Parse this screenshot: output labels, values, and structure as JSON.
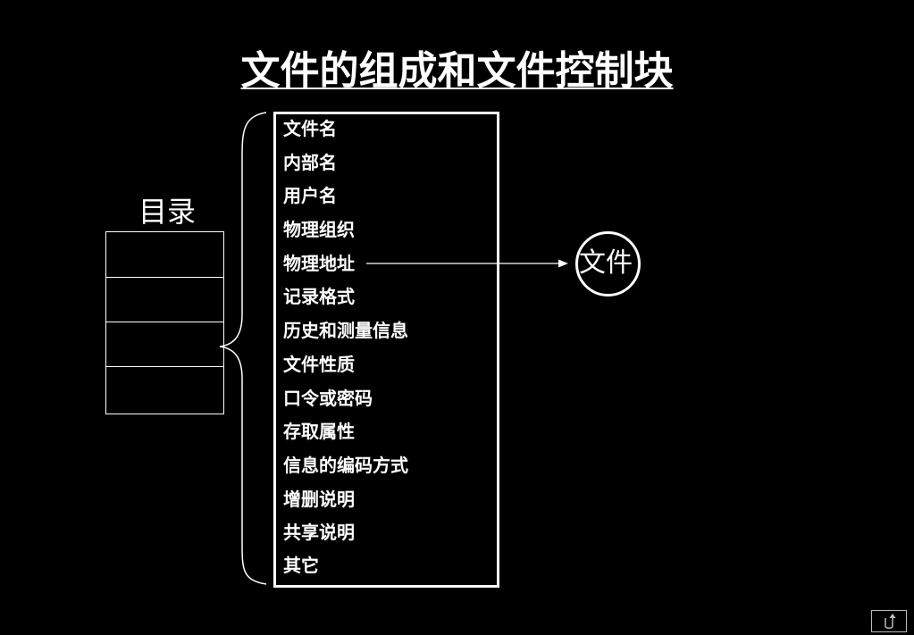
{
  "title": "文件的组成和文件控制块",
  "directory": {
    "label": "目录"
  },
  "fcb": {
    "items": [
      "文件名",
      "内部名",
      "用户名",
      "物理组织",
      "物理地址",
      "记录格式",
      "历史和测量信息",
      "文件性质",
      "口令或密码",
      "存取属性",
      "信息的编码方式",
      "增删说明",
      "共享说明",
      "其它"
    ]
  },
  "file_node": {
    "label": "文件"
  },
  "colors": {
    "background": "#000000",
    "foreground": "#ffffff"
  },
  "nav": {
    "icon": "return-icon"
  }
}
